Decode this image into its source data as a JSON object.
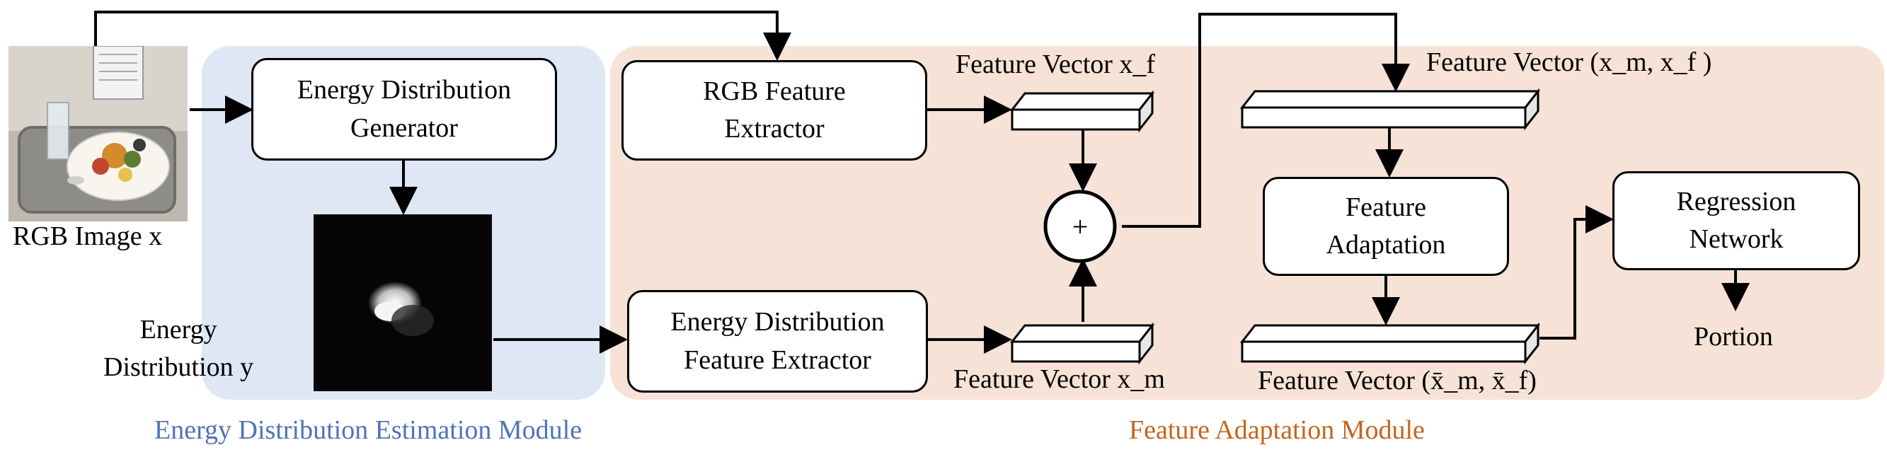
{
  "modules": {
    "energy_module_label": "Energy Distribution Estimation Module",
    "feature_module_label": "Feature Adaptation Module",
    "energy_module_color": "#4e74b6",
    "feature_module_color": "#c56420",
    "energy_panel_color": "#dfe7f5",
    "feature_panel_color": "#f6e2d6"
  },
  "inputs": {
    "rgb_image_label": "RGB  Image x",
    "energy_distribution_label": "Energy\nDistribution y"
  },
  "boxes": {
    "energy_generator": "Energy Distribution\nGenerator",
    "rgb_extractor": "RGB Feature\nExtractor",
    "energy_extractor": "Energy Distribution\nFeature Extractor",
    "feature_adaptation": "Feature\nAdaptation",
    "regression_network": "Regression\nNetwork"
  },
  "vectors": {
    "xf_label": "Feature Vector x_f",
    "xm_label": "Feature Vector x_m",
    "concat_label": "Feature Vector (x_m, x_f )",
    "adapted_label": "Feature Vector (x̄_m, x̄_f)"
  },
  "fusion": {
    "symbol": "+"
  },
  "output": {
    "portion_label": "Portion"
  }
}
